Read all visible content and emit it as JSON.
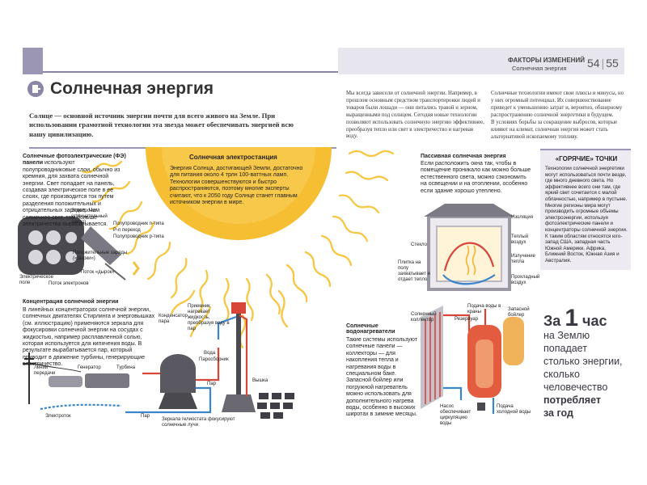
{
  "page": {
    "section_label": "ФАКТОРЫ ИЗМЕНЕНИЙ",
    "section_sub": "Солнечная энергия",
    "page_left": "54",
    "page_sep": "|",
    "page_right": "55",
    "title": "Солнечная энергия"
  },
  "lead": "Солнце — основной источник энергии почти для всего живого на Земле. При использовании грамотной технологии эта звезда может обеспечивать энергией всю нашу цивилизацию.",
  "intro_col1": "Мы всегда зависели от солнечной энергии. Например, в прошлом основным средством транспортировки людей и товаров были лошади — они питались травой и зерном, выращенными под солнцем. Сегодня новые технологии позволяют использовать солнечную энергию эффективнее, преобразуя тепло или свет в электричество и нагревая воду.",
  "intro_col2a": "Солнечные технологии имеют свои плюсы и минусы, но у них огромный потенциал. Их совершенствование приведет к уменьшению затрат и, вероятно, обширному распространению солнечной энергетики в будущем.",
  "intro_col2b": "В условиях борьбы за сокращение выбросов, которые влияют на климат, солнечная энергия может стать альтернативой ископаемому топливу.",
  "pv": {
    "title": "Солнечные фотоэлектрические (ФЭ) панели",
    "text": "используют полупроводниковые слои, обычно из кремния, для захвата солнечной энергии. Свет попадает на панель, создавая электрическое поле в ее слоях, где производится ток путем разделения положительных и отрицательных зарядов. Чем солнечнее свет, тем больше электричества вырабатывается.",
    "labels": [
      "Электроны (отрицательный заряд)",
      "Полупроводник n-типа",
      "P-n переход",
      "Полупроводник p-типа",
      "Положительные заряды («дырки»)",
      "Поток «дырок»",
      "Электрическое поле",
      "Поток электронов"
    ]
  },
  "station": {
    "title": "Солнечная электростанция",
    "text": "Энергия Солнца, достигающей Земли, достаточно для питания около 4 трлн 100-ваттных ламп. Технологии совершенствуются и быстро распространяются, поэтому многие эксперты считают, что к 2050 году Солнце станет главным источником энергии в мире."
  },
  "passive": {
    "title": "Пассивная солнечная энергия",
    "text": "Если расположить окна так, чтобы в помещение проникало как можно больше естественного света, можно сэкономить на освещении и на отоплении, особенно если здание хорошо утеплено.",
    "labels": [
      "Изоляция",
      "Теплый воздух",
      "Излучение тепла",
      "Стекло",
      "Плитка на полу захватывает и отдает тепло",
      "Прохладный воздух"
    ]
  },
  "hot": {
    "title": "«ГОРЯЧИЕ» ТОЧКИ",
    "text": "Технологии солнечной энергетики могут использоваться почти везде, где много дневного света. Но эффективнее всего они там, где яркий свет сочетается с малой облачностью, например в пустыне. Многие регионы мира могут производить огромные объемы электроэнергии, используя фотоэлектрические панели и концентраторы солнечной энергии. К таким областям относятся юго-запад США, западная часть Южной Америки, Африка, Ближний Восток, Южная Азия и Австралия."
  },
  "csp": {
    "title": "Концентрация солнечной энергии",
    "text": "В линейных концентраторах солнечной энергии, солнечных двигателях Стирлинга и энерговышках (см. иллюстрацию) применяются зеркала для фокусировки солнечной энергии на сосудах с жидкостью, например расплавленной солью, которая используется для кипячения воды. В результате вырабатывается пар, который приводит в движение турбины, генерирующие электричество.",
    "labels": [
      "Линии передачи",
      "Генератор",
      "Турбина",
      "Электроток",
      "Пар",
      "Конденсатор пара",
      "Приемник нагревает жидкость, преобразуя воду в пар",
      "Паросборник",
      "Вода",
      "Пар",
      "Вышка",
      "Зеркала гелиостата фокусируют солнечные лучи"
    ]
  },
  "water": {
    "title": "Солнечные водонагреватели",
    "text": "Такие системы используют солнечные панели — коллекторы — для накопления тепла и нагревания воды в специальном баке. Запасной бойлер или погружной нагреватель можно использовать для дополнительного нагрева воды, особенно в высоких широтах в зимние месяцы.",
    "labels": [
      "Подача воды в краны",
      "Резервуар",
      "Солнечный коллектор",
      "Запасной бойлер",
      "Насос обеспечивает циркуляцию воды",
      "Подача холодной воды"
    ]
  },
  "fact": {
    "line1": "За",
    "num": "1",
    "unit": "час",
    "rest": [
      "на Землю",
      "попадает",
      "столько энергии,",
      "сколько",
      "человечество"
    ],
    "bold": [
      "потребляет",
      "за год"
    ]
  },
  "colors": {
    "accent": "#9b96b4",
    "sun": "#f7c744",
    "hot": "#d8463a",
    "cold": "#3a84c8"
  }
}
